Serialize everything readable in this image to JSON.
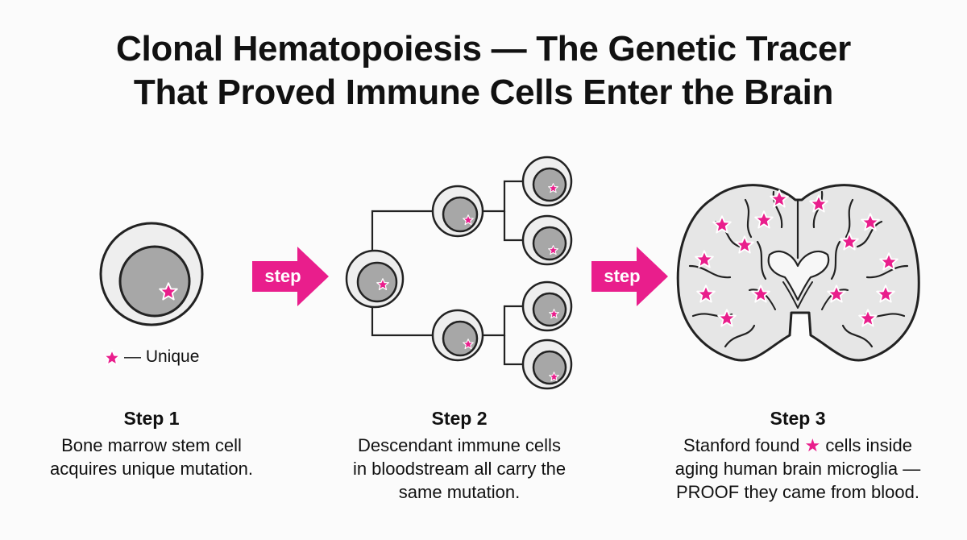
{
  "title": {
    "line1": "Clonal Hematopoiesis — The Genetic Tracer",
    "line2": "That Proved Immune Cells Enter the Brain"
  },
  "legend": {
    "star_text": "— Unique"
  },
  "arrows": [
    {
      "label": "step"
    },
    {
      "label": "step"
    }
  ],
  "steps": [
    {
      "heading": "Step 1",
      "lines": [
        "Bone marrow stem cell",
        "acquires unique mutation."
      ]
    },
    {
      "heading": "Step 2",
      "lines": [
        "Descendant immune cells",
        "in bloodstream all carry the",
        "same mutation."
      ]
    },
    {
      "heading": "Step 3",
      "lines_pre": "Stanford found",
      "lines_post": "cells inside",
      "line2": "aging human brain microglia —",
      "line3": "PROOF they came from blood."
    }
  ],
  "colors": {
    "accent": "#e91e8c",
    "cell_outer": "#eeeeee",
    "cell_inner": "#a7a7a7",
    "brain_fill": "#e6e6e6"
  },
  "icons": {
    "marker": "star-icon",
    "arrow": "arrow-right-icon"
  }
}
